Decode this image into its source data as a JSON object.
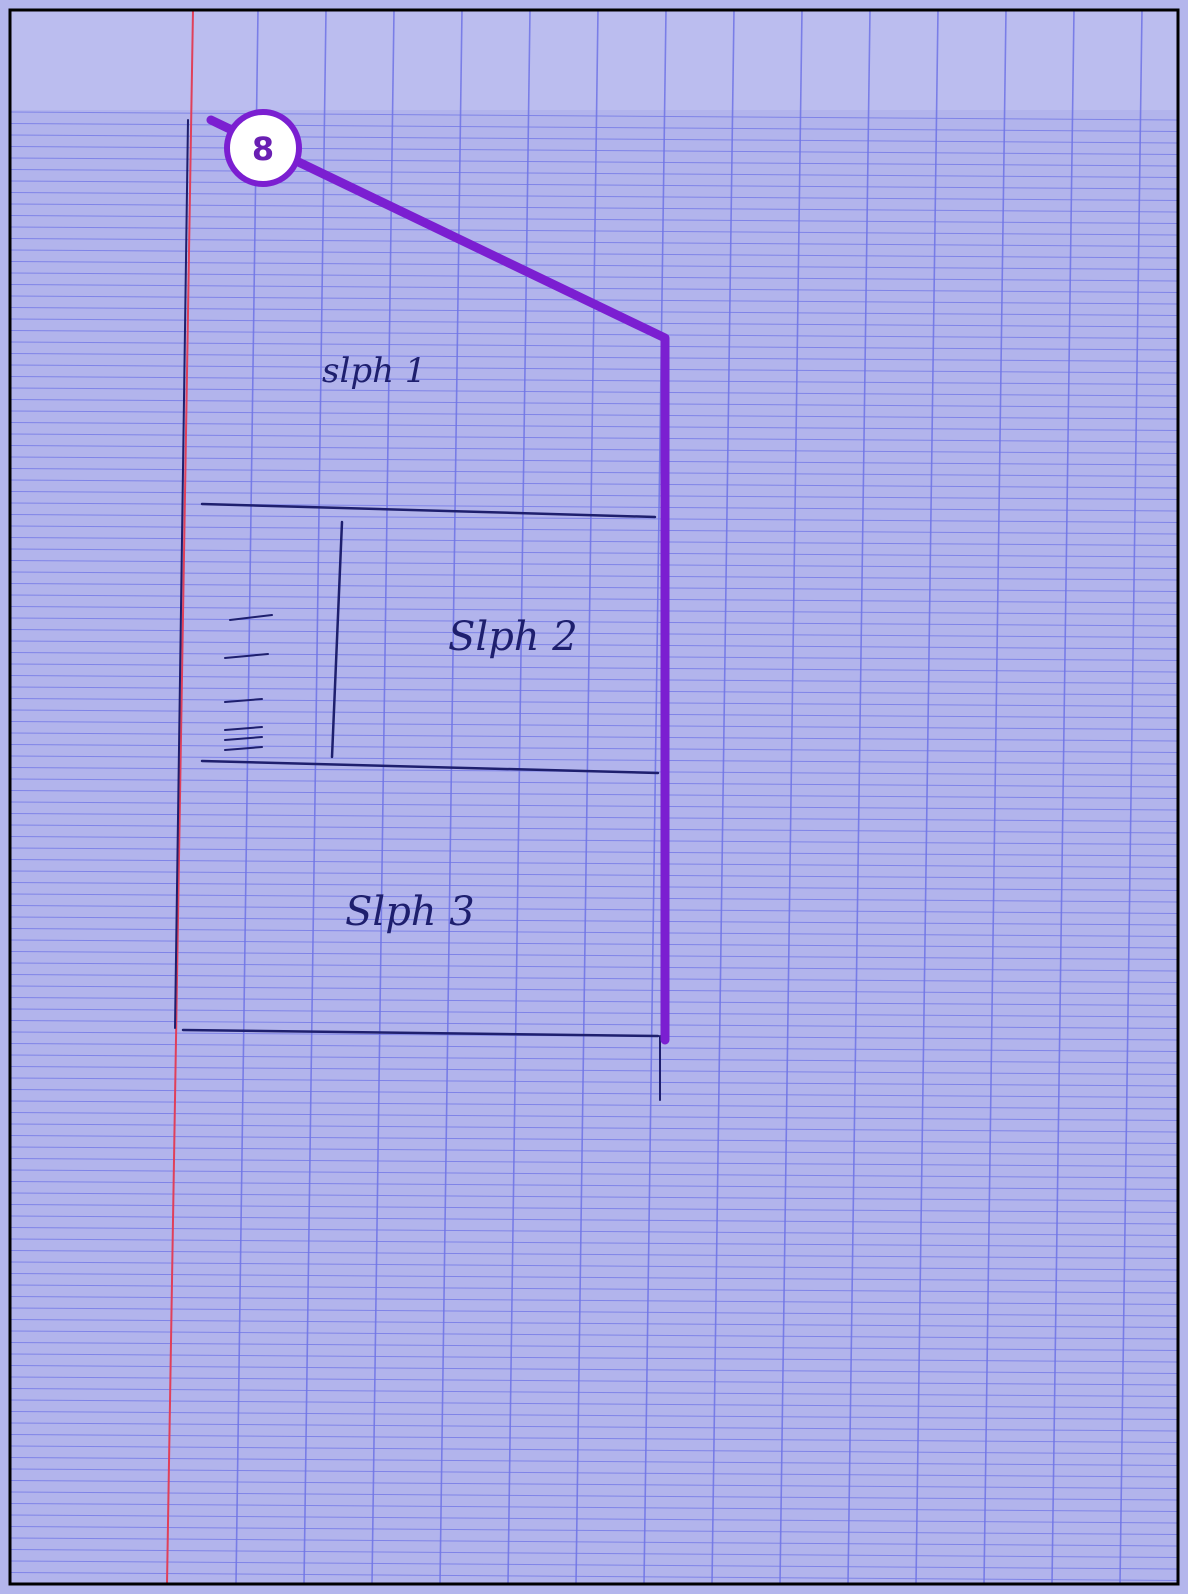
{
  "diagram": {
    "layer_labels": {
      "layer1": "slph 1",
      "layer2": "Slph 2",
      "layer3": "Slph 3"
    },
    "marker": {
      "number": "8",
      "color": "#7b1fd1"
    },
    "colors": {
      "paper": "#b4b6ec",
      "grid_line": "#6f74e6",
      "margin_line": "#e0405a",
      "ink": "#1e1f6e",
      "highlight": "#7b1fd1"
    },
    "icons": {
      "marker": "numbered-circle-icon",
      "hatch": "hatch-marks-icon"
    }
  }
}
